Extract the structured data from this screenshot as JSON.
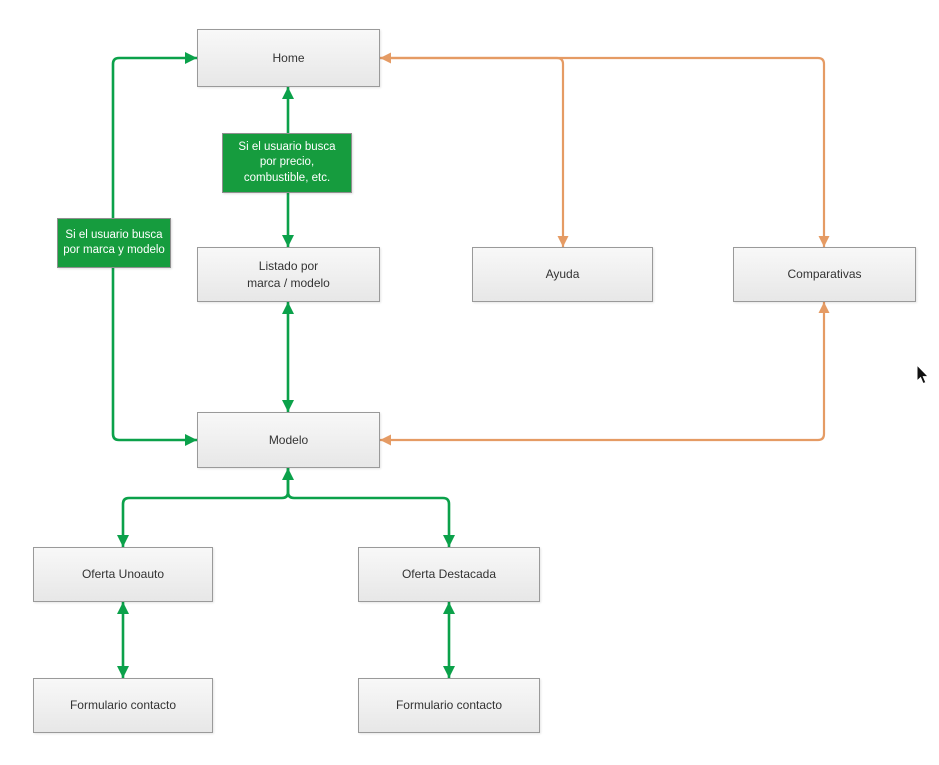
{
  "diagram": {
    "type": "sitemap-flowchart",
    "nodes": [
      {
        "id": "home",
        "label": "Home"
      },
      {
        "id": "listado",
        "label": "Listado por\nmarca / modelo"
      },
      {
        "id": "ayuda",
        "label": "Ayuda"
      },
      {
        "id": "comparativas",
        "label": "Comparativas"
      },
      {
        "id": "modelo",
        "label": "Modelo"
      },
      {
        "id": "oferta-unoauto",
        "label": "Oferta Unoauto"
      },
      {
        "id": "oferta-destacada",
        "label": "Oferta Destacada"
      },
      {
        "id": "formulario-izq",
        "label": "Formulario contacto"
      },
      {
        "id": "formulario-der",
        "label": "Formulario contacto"
      }
    ],
    "condition_labels": [
      {
        "id": "cond-precio",
        "label": "Si el usuario busca\npor precio,\ncombustible, etc."
      },
      {
        "id": "cond-marca",
        "label": "Si el usuario busca\npor marca y modelo"
      }
    ],
    "edges": [
      {
        "from": "Home",
        "to": "Listado por marca / modelo",
        "color": "green",
        "bidirectional": true,
        "label": "Si el usuario busca por precio, combustible, etc."
      },
      {
        "from": "Home",
        "to": "Modelo",
        "color": "green",
        "bidirectional": true,
        "label": "Si el usuario busca por marca y modelo"
      },
      {
        "from": "Listado por marca / modelo",
        "to": "Modelo",
        "color": "green",
        "bidirectional": true
      },
      {
        "from": "Modelo",
        "to": "Oferta Unoauto",
        "color": "green",
        "bidirectional": true
      },
      {
        "from": "Modelo",
        "to": "Oferta Destacada",
        "color": "green",
        "bidirectional": true
      },
      {
        "from": "Oferta Unoauto",
        "to": "Formulario contacto (izquierda)",
        "color": "green",
        "bidirectional": true
      },
      {
        "from": "Oferta Destacada",
        "to": "Formulario contacto (derecha)",
        "color": "green",
        "bidirectional": true
      },
      {
        "from": "Home",
        "to": "Ayuda",
        "color": "orange",
        "bidirectional": true
      },
      {
        "from": "Home",
        "to": "Comparativas",
        "color": "orange",
        "bidirectional": true
      },
      {
        "from": "Modelo",
        "to": "Comparativas",
        "color": "orange",
        "bidirectional": true
      }
    ],
    "colors": {
      "green_line": "#0ba14a",
      "green_label_fill": "#169c3e",
      "green_label_text": "#ffffff",
      "orange_line": "#e59b64",
      "node_fill_top": "#f8f8f8",
      "node_fill_bottom": "#e7e7e7",
      "node_border": "#9a9a9a",
      "node_text": "#333333",
      "background": "#ffffff"
    }
  }
}
